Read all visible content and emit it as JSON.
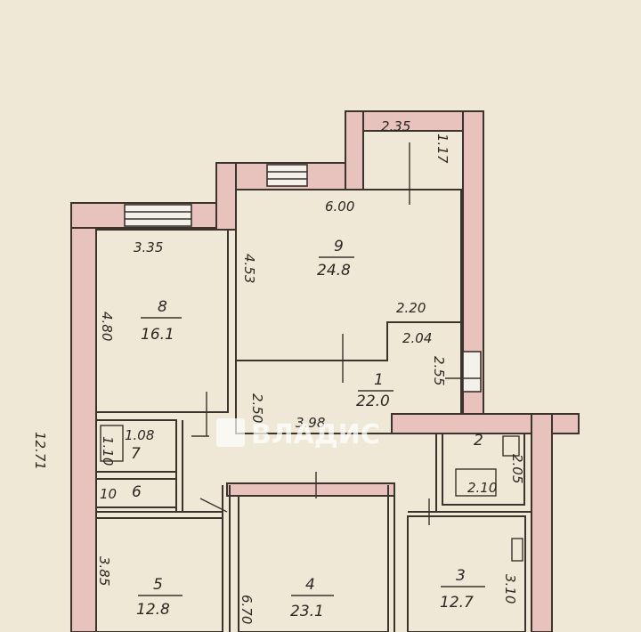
{
  "watermark": {
    "text": "ВЛАДИС"
  },
  "rooms": [
    {
      "number": "9",
      "area": "24.8"
    },
    {
      "number": "8",
      "area": "16.1"
    },
    {
      "number": "1",
      "area": "22.0"
    },
    {
      "number": "2",
      "area": ""
    },
    {
      "number": "7",
      "area": ""
    },
    {
      "number": "6",
      "area": ""
    },
    {
      "number": "5",
      "area": "12.8"
    },
    {
      "number": "4",
      "area": "23.1"
    },
    {
      "number": "3",
      "area": "12.7"
    }
  ],
  "dimensions": {
    "d_335": "3.35",
    "d_600": "6.00",
    "d_235": "2.35",
    "d_117": "1.17",
    "d_453": "4.53",
    "d_480": "4.80",
    "d_220": "2.20",
    "d_204": "2.04",
    "d_255": "2.55",
    "d_250": "2.50",
    "d_398": "3.98",
    "d_108": "1.08",
    "d_110": "1.10",
    "d_10": "10",
    "d_1271": "12.71",
    "d_205": "2.05",
    "d_210": "2.10",
    "d_385": "3.85",
    "d_670": "6.70",
    "d_310": "3.10"
  }
}
